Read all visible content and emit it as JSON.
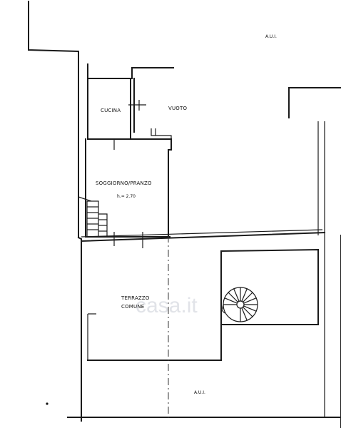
{
  "plan": {
    "labels": {
      "aui_top": "A.U.I.",
      "cucina": "CUCINA",
      "vuoto": "VUOTO",
      "soggiorno": "SOGGIORNO/PRANZO",
      "height": "h.= 2.70",
      "terrazzo_1": "TERRAZZO",
      "terrazzo_2": "COMUNE",
      "aui_bottom": "A.U.I."
    },
    "watermark": "casa.it"
  }
}
